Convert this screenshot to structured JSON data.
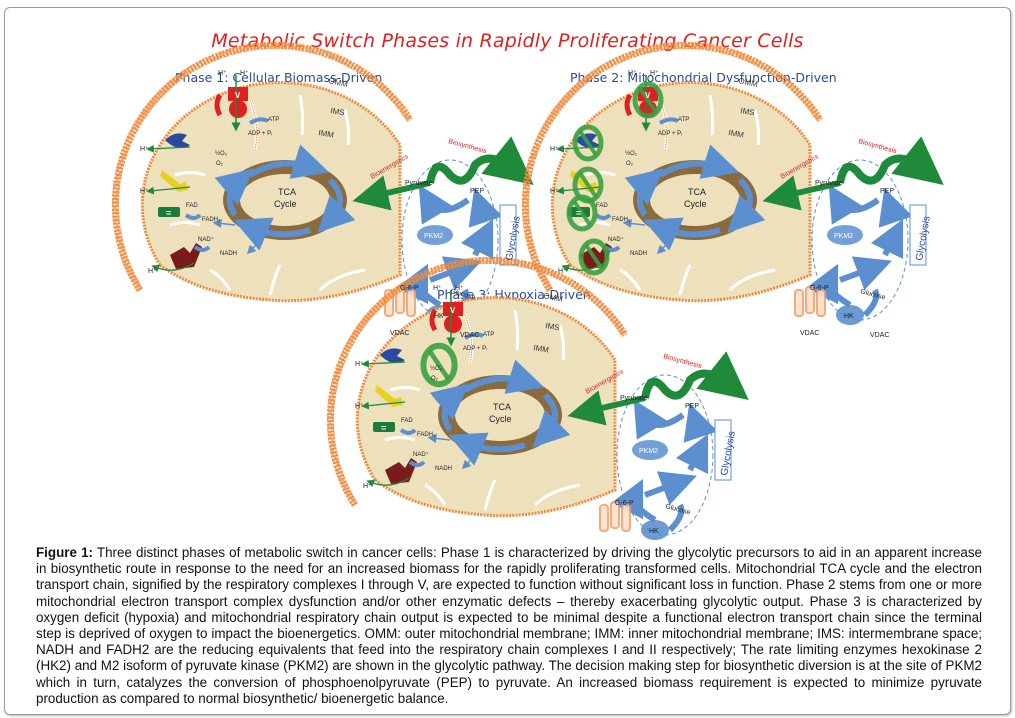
{
  "figure": {
    "title": "Metabolic Switch Phases in Rapidly Proliferating Cancer Cells",
    "colors": {
      "title": "#e02020",
      "phase_title": "#2d4a9a",
      "membrane": "#f08a3c",
      "matrix": "#efe3bf",
      "tca_ring": "#8a6a3c",
      "arrow_blue": "#5b8fd0",
      "biosynthesis_green": "#1e8a3a",
      "complex_I": "#7a1a1a",
      "complex_II": "#1e7a3a",
      "complex_III": "#e8d020",
      "complex_IV": "#2a4aa0",
      "complex_V": "#e02020",
      "inhibition_ring": "#3aa040"
    },
    "phases": [
      {
        "title": "Phase 1: Cellular Biomass-Driven",
        "inhibited_complexes": []
      },
      {
        "title": "Phase 2: Mitochondrial Dysfunction-Driven",
        "inhibited_complexes": [
          "I",
          "II",
          "III",
          "IV",
          "V"
        ]
      },
      {
        "title": "Phase 3: Hypoxia-Driven",
        "inhibited_complexes": [
          "O2"
        ]
      }
    ],
    "labels": {
      "omm": "OMM",
      "ims": "IMS",
      "imm": "IMM",
      "tca_line1": "TCA",
      "tca_line2": "Cycle",
      "h_plus": "H⁺",
      "atp": "ATP",
      "adp": "ADP + Pᵢ",
      "o2": "O₂",
      "half_o2": "½O₂",
      "fad": "FAD",
      "fadh2": "FADH₂",
      "nad": "NAD⁺",
      "nadh": "NADH",
      "complex_V": "V",
      "complex_II": "=",
      "bioenergetics": "Bioenergetics",
      "biosynthesis": "Biosynthesis",
      "pyruvate": "Pyruvate",
      "pep": "PEP",
      "pkm2": "PKM2",
      "g6p": "G-6-P",
      "glucose": "Glucose",
      "hk": "HK",
      "vdac": "VDAC",
      "glycolysis": "Glycolysis"
    }
  },
  "caption": {
    "label": "Figure 1:",
    "text": " Three distinct phases of metabolic switch in cancer cells: Phase 1 is characterized by driving the glycolytic precursors to aid in an apparent increase in biosynthetic route in response to the need for an increased biomass for the rapidly proliferating transformed cells. Mitochondrial TCA cycle and the electron transport chain, signified by the respiratory complexes I through V, are expected to function without significant loss in function. Phase 2 stems from one or more mitochondrial electron transport complex dysfunction and/or other enzymatic defects – thereby exacerbating glycolytic output. Phase 3 is characterized by oxygen deficit (hypoxia) and mitochondrial respiratory chain output is expected to be minimal despite a functional electron transport chain since the terminal step is deprived of oxygen to impact the bioenergetics. OMM: outer mitochondrial membrane; IMM: inner mitochondrial membrane; IMS: intermembrane space; NADH and FADH2 are the reducing equivalents that feed into the respiratory chain complexes I and II respectively; The rate limiting enzymes hexokinase 2 (HK2) and M2 isoform of pyruvate kinase (PKM2) are shown in the glycolytic pathway. The decision making step for biosynthetic diversion is at the site of PKM2 which in turn, catalyzes the conversion of phosphoenolpyruvate (PEP) to pyruvate. An increased biomass requirement is expected to minimize pyruvate production as compared to normal biosynthetic/ bioenergetic balance."
  }
}
